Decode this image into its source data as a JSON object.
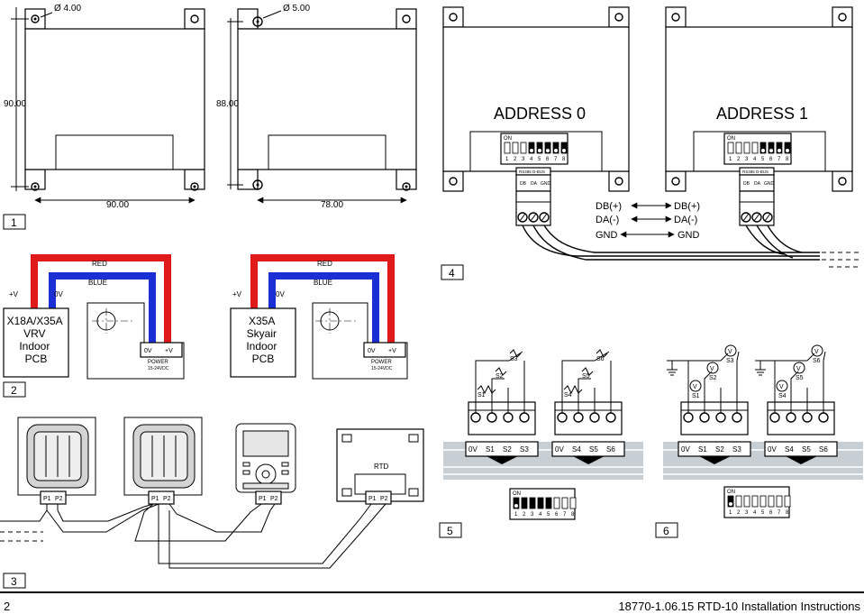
{
  "footer": {
    "page_number": "2",
    "doc_ref": "18770-1.06.15 RTD-10 Installation Instructions"
  },
  "panels": {
    "p1": "1",
    "p2": "2",
    "p3": "3",
    "p4": "4",
    "p5": "5",
    "p6": "6"
  },
  "panel1": {
    "hole_a": "Ø 4.00",
    "hole_b": "Ø 5.00",
    "height_a": "90.00",
    "height_b": "88.00",
    "width_a": "90.00",
    "width_b": "78.00"
  },
  "panel4": {
    "address_0": "ADDRESS 0",
    "address_1": "ADDRESS 1",
    "on": "ON",
    "dip_numbers": [
      "1",
      "2",
      "3",
      "4",
      "5",
      "6",
      "7",
      "8"
    ],
    "bus_label": "RS485 D-BUS",
    "term_db": "DB",
    "term_da": "DA",
    "term_gnd": "GND",
    "sig_db": "DB(+)",
    "sig_da": "DA(-)",
    "sig_gnd": "GND"
  },
  "panel2": {
    "red": "RED",
    "blue": "BLUE",
    "plus_v": "+V",
    "zero_v": "0V",
    "pcb_a": [
      "X18A/X35A",
      "VRV",
      "Indoor",
      "PCB"
    ],
    "pcb_b": [
      "X35A",
      "Skyair",
      "Indoor",
      "PCB"
    ],
    "power": "POWER",
    "power_spec": "15-24VDC"
  },
  "panel3": {
    "p1": "P1",
    "p2": "P2",
    "rtd": "RTD"
  },
  "panel5": {
    "s1": "S1",
    "s2": "S2",
    "s3": "S3",
    "s4": "S4",
    "s5": "S5",
    "s6": "S6",
    "zero_v": "0V",
    "on": "ON",
    "dip_numbers": [
      "1",
      "2",
      "3",
      "4",
      "5",
      "6",
      "7",
      "8"
    ]
  },
  "panel6": {
    "s1": "S1",
    "s2": "S2",
    "s3": "S3",
    "s4": "S4",
    "s5": "S5",
    "s6": "S6",
    "zero_v": "0V",
    "on": "ON",
    "dip_numbers": [
      "1",
      "2",
      "3",
      "4",
      "5",
      "6",
      "7",
      "8"
    ],
    "meter_symbol": "V"
  }
}
